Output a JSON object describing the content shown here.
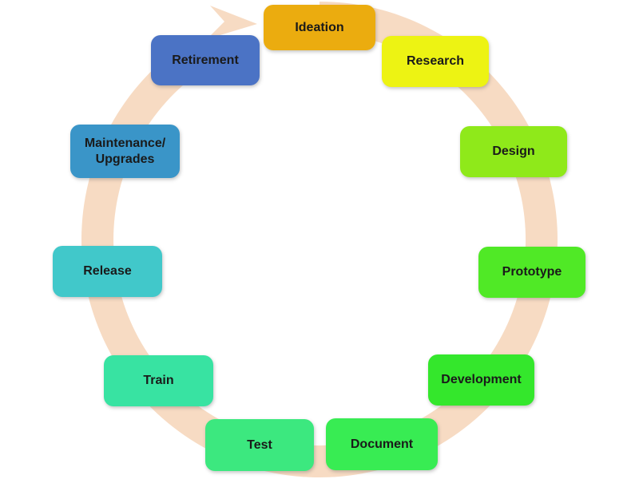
{
  "diagram": {
    "type": "cycle",
    "ring": {
      "color": "#F7DBC3"
    },
    "text_color": "#1A1A1A",
    "stages": [
      {
        "label": "Ideation",
        "color": "#EBAC0F"
      },
      {
        "label": "Research",
        "color": "#EDF313"
      },
      {
        "label": "Design",
        "color": "#8FE91A"
      },
      {
        "label": "Prototype",
        "color": "#50E926"
      },
      {
        "label": "Development",
        "color": "#34E72C"
      },
      {
        "label": "Document",
        "color": "#38EC53"
      },
      {
        "label": "Test",
        "color": "#3CE87F"
      },
      {
        "label": "Train",
        "color": "#38E3A2"
      },
      {
        "label": "Release",
        "color": "#41C8CA"
      },
      {
        "label": "Maintenance/\nUpgrades",
        "color": "#3A95C8"
      },
      {
        "label": "Retirement",
        "color": "#4B73C5"
      }
    ]
  }
}
